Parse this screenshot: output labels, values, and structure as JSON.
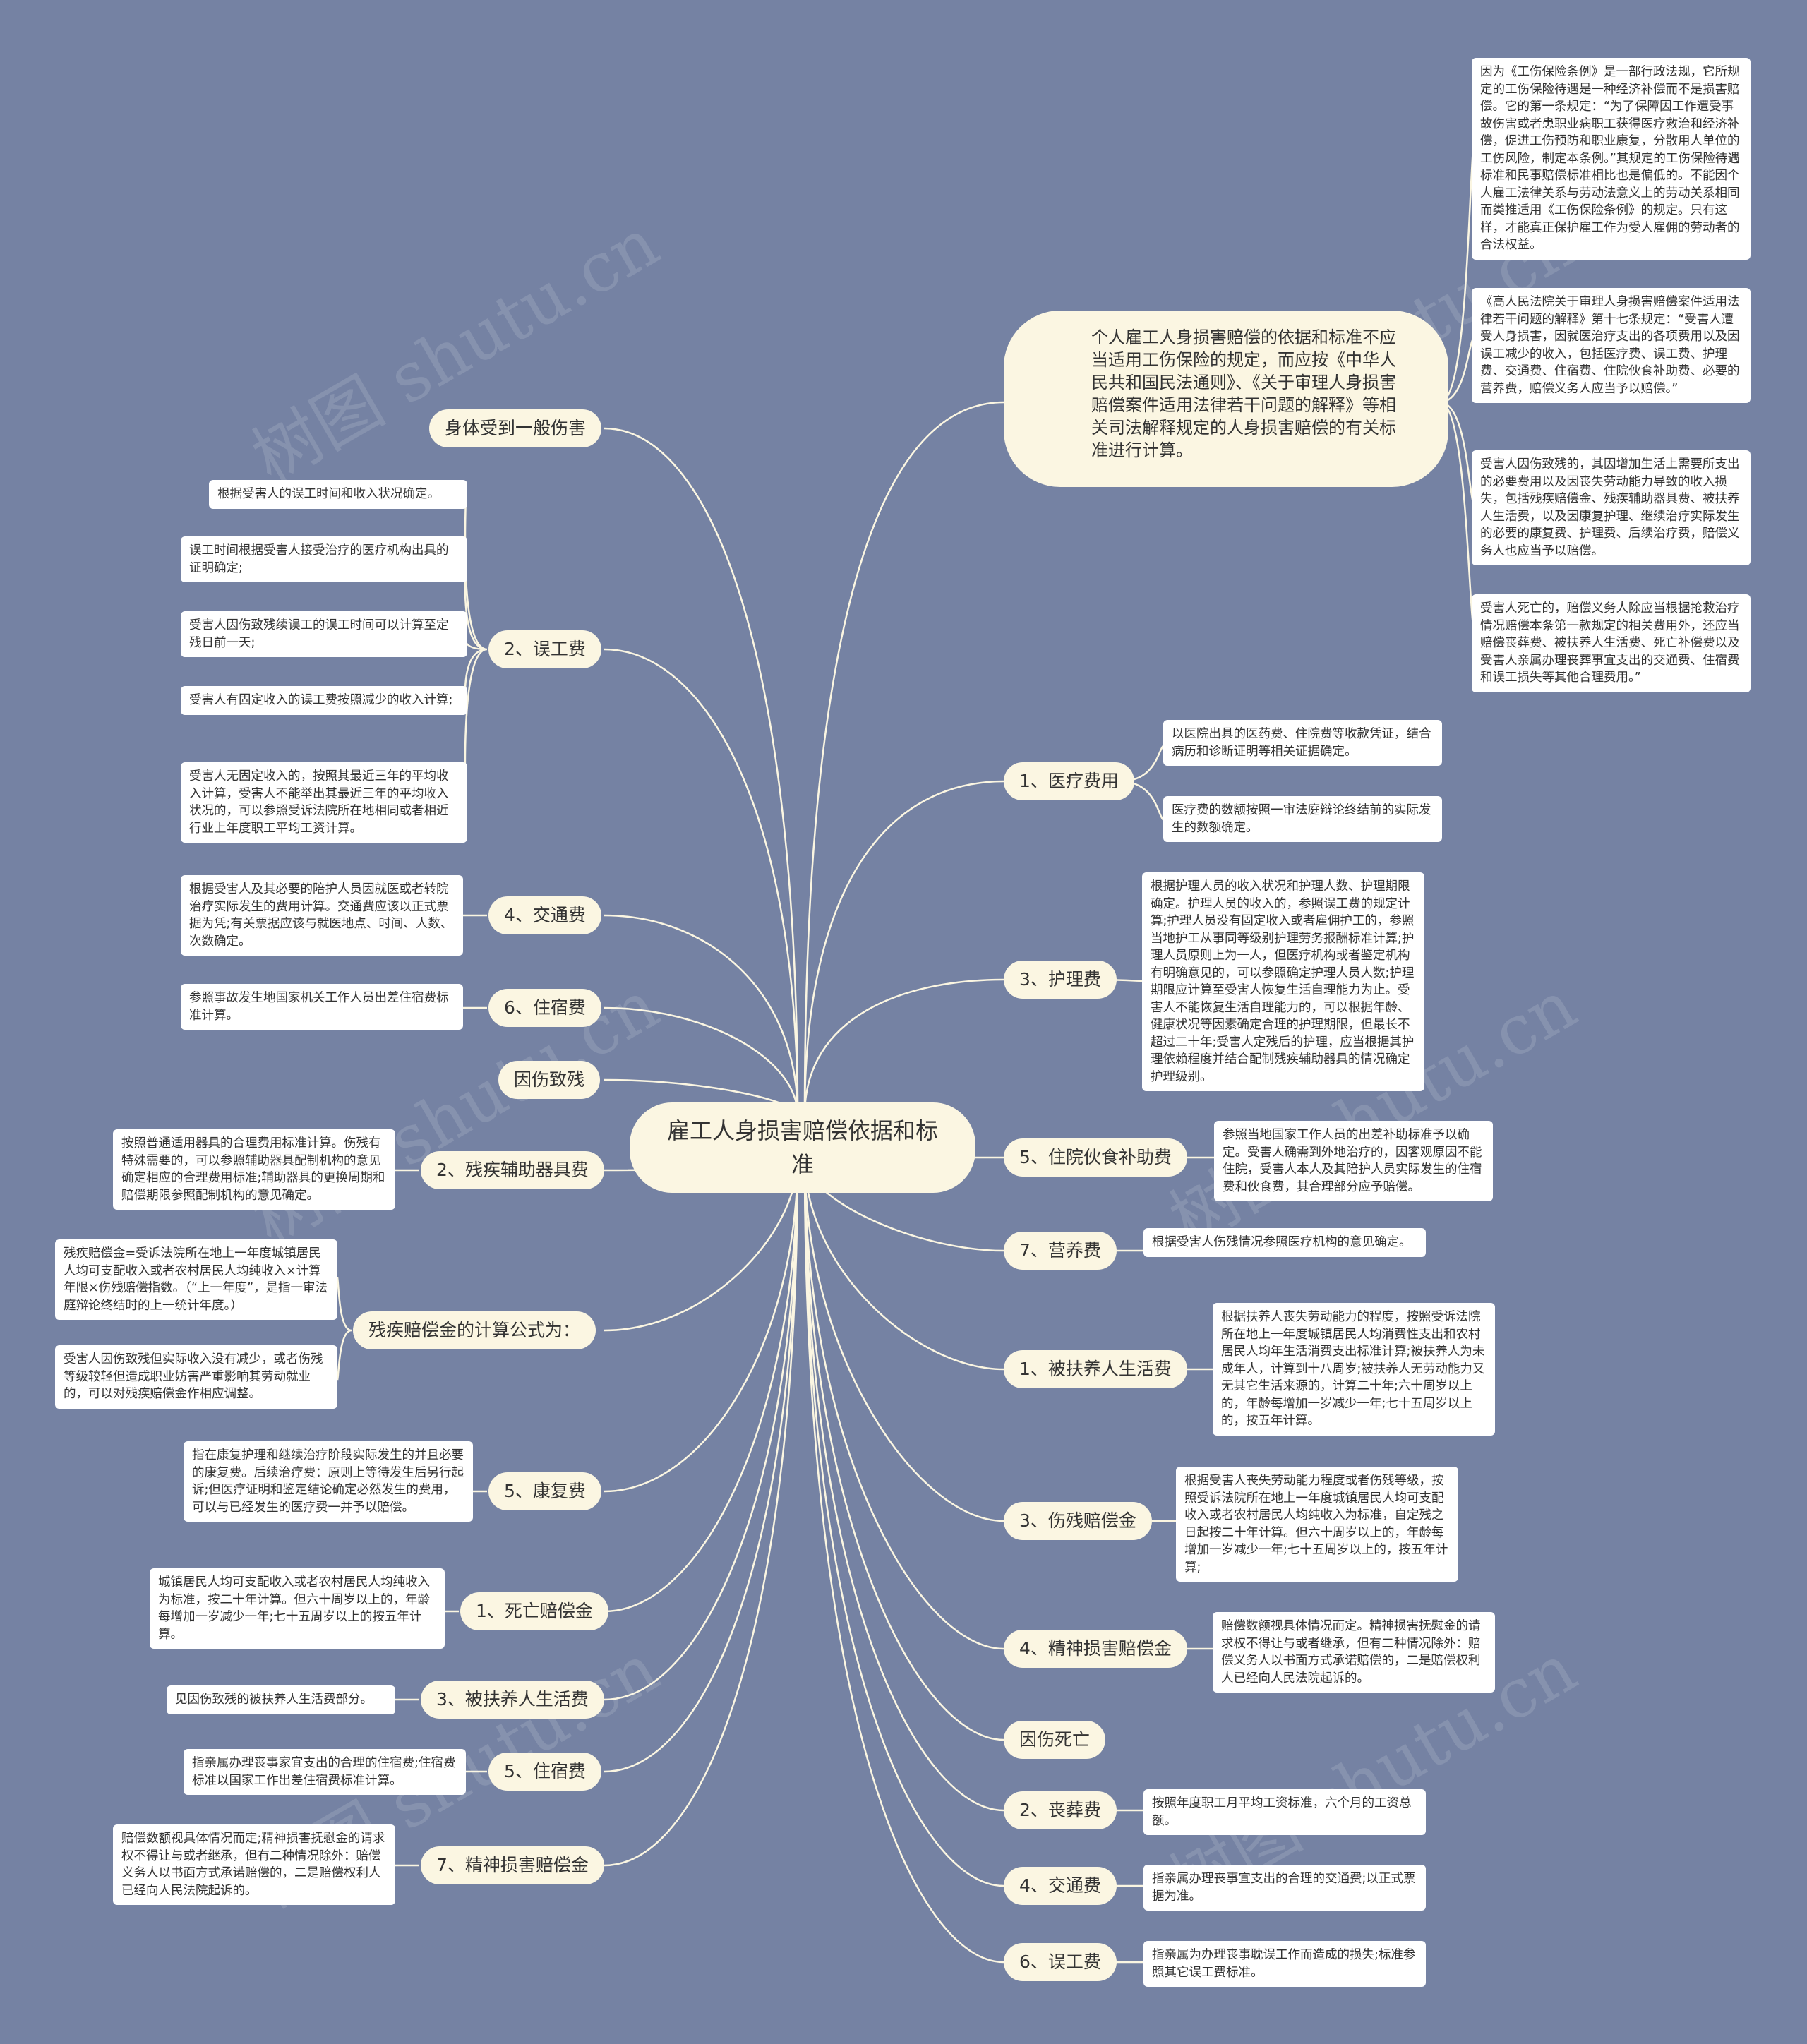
{
  "root": "雇工人身损害赔偿依据和标准",
  "watermark": "树图 shutu.cn",
  "right": {
    "summary": "个人雇工人身损害赔偿的依据和标准不应当适用工伤保险的规定，而应按《中华人民共和国民法通则》、《关于审理人身损害赔偿案件适用法律若干问题的解释》等相关司法解释规定的人身损害赔偿的有关标准进行计算。",
    "summary_notes": [
      "因为《工伤保险条例》是一部行政法规，它所规定的工伤保险待遇是一种经济补偿而不是损害赔偿。它的第一条规定：“为了保障因工作遭受事故伤害或者患职业病职工获得医疗救治和经济补偿，促进工伤预防和职业康复，分散用人单位的工伤风险，制定本条例。”其规定的工伤保险待遇标准和民事赔偿标准相比也是偏低的。不能因个人雇工法律关系与劳动法意义上的劳动关系相同而类推适用《工伤保险条例》的规定。只有这样，才能真正保护雇工作为受人雇佣的劳动者的合法权益。",
      "《高人民法院关于审理人身损害赔偿案件适用法律若干问题的解释》第十七条规定：“受害人遭受人身损害，因就医治疗支出的各项费用以及因误工减少的收入，包括医疗费、误工费、护理费、交通费、住宿费、住院伙食补助费、必要的营养费，赔偿义务人应当予以赔偿。”",
      "受害人因伤致残的，其因增加生活上需要所支出的必要费用以及因丧失劳动能力导致的收入损失，包括残疾赔偿金、残疾辅助器具费、被扶养人生活费，以及因康复护理、继续治疗实际发生的必要的康复费、护理费、后续治疗费，赔偿义务人也应当予以赔偿。",
      "受害人死亡的，赔偿义务人除应当根据抢救治疗情况赔偿本条第一款规定的相关费用外，还应当赔偿丧葬费、被扶养人生活费、死亡补偿费以及受害人亲属办理丧葬事宜支出的交通费、住宿费和误工损失等其他合理费用。”"
    ],
    "medical": {
      "label": "1、医疗费用",
      "notes": [
        "以医院出具的医药费、住院费等收款凭证，结合病历和诊断证明等相关证据确定。",
        "医疗费的数额按照一审法庭辩论终结前的实际发生的数额确定。"
      ]
    },
    "nursing": {
      "label": "3、护理费",
      "note": "根据护理人员的收入状况和护理人数、护理期限确定。护理人员的收入的，参照误工费的规定计算;护理人员没有固定收入或者雇佣护工的，参照当地护工从事同等级别护理劳务报酬标准计算;护理人员原则上为一人，但医疗机构或者鉴定机构有明确意见的，可以参照确定护理人员人数;护理期限应计算至受害人恢复生活自理能力为止。受害人不能恢复生活自理能力的，可以根据年龄、健康状况等因素确定合理的护理期限，但最长不超过二十年;受害人定残后的护理，应当根据其护理依赖程度并结合配制残疾辅助器具的情况确定护理级别。"
    },
    "meal": {
      "label": "5、住院伙食补助费",
      "note": "参照当地国家工作人员的出差补助标准予以确定。受害人确需到外地治疗的，因客观原因不能住院，受害人本人及其陪护人员实际发生的住宿费和伙食费，其合理部分应予赔偿。"
    },
    "nutrition": {
      "label": "7、营养费",
      "note": "根据受害人伤残情况参照医疗机构的意见确定。"
    },
    "dependents": {
      "label": "1、被扶养人生活费",
      "note": "根据扶养人丧失劳动能力的程度，按照受诉法院所在地上一年度城镇居民人均消费性支出和农村居民人均年生活消费支出标准计算;被扶养人为未成年人，计算到十八周岁;被扶养人无劳动能力又无其它生活来源的，计算二十年;六十周岁以上的，年龄每增加一岁减少一年;七十五周岁以上的，按五年计算。"
    },
    "disability_comp": {
      "label": "3、伤残赔偿金",
      "note": "根据受害人丧失劳动能力程度或者伤残等级，按照受诉法院所在地上一年度城镇居民人均可支配收入或者农村居民人均纯收入为标准，自定残之日起按二十年计算。但六十周岁以上的，年龄每增加一岁减少一年;七十五周岁以上的，按五年计算;"
    },
    "mental": {
      "label": "4、精神损害赔偿金",
      "note": "赔偿数额视具体情况而定。精神损害抚慰金的请求权不得让与或者继承，但有二种情况除外：赔偿义务人以书面方式承诺赔偿的，二是赔偿权利人已经向人民法院起诉的。"
    },
    "death": "因伤死亡",
    "funeral": {
      "label": "2、丧葬费",
      "note": "按照年度职工月平均工资标准，六个月的工资总额。"
    },
    "traffic": {
      "label": "4、交通费",
      "note": "指亲属办理丧事宜支出的合理的交通费;以正式票据为准。"
    },
    "lost_work": {
      "label": "6、误工费",
      "note": "指亲属为办理丧事耽误工作而造成的损失;标准参照其它误工费标准。"
    }
  },
  "left": {
    "general": "身体受到一般伤害",
    "lost_work": {
      "label": "2、误工费",
      "notes": [
        "根据受害人的误工时间和收入状况确定。",
        "误工时间根据受害人接受治疗的医疗机构出具的证明确定;",
        "受害人因伤致残续误工的误工时间可以计算至定残日前一天;",
        "受害人有固定收入的误工费按照减少的收入计算;",
        "受害人无固定收入的，按照其最近三年的平均收入计算，受害人不能举出其最近三年的平均收入状况的，可以参照受诉法院所在地相同或者相近行业上年度职工平均工资计算。"
      ]
    },
    "traffic": {
      "label": "4、交通费",
      "note": "根据受害人及其必要的陪护人员因就医或者转院治疗实际发生的费用计算。交通费应该以正式票据为凭;有关票据应该与就医地点、时间、人数、次数确定。"
    },
    "lodging": {
      "label": "6、住宿费",
      "note": "参照事故发生地国家机关工作人员出差住宿费标准计算。"
    },
    "disability": "因伤致残",
    "aids": {
      "label": "2、残疾辅助器具费",
      "note": "按照普通适用器具的合理费用标准计算。伤残有特殊需要的，可以参照辅助器具配制机构的意见确定相应的合理费用标准;辅助器具的更换周期和赔偿期限参照配制机构的意见确定。"
    },
    "formula": {
      "label": "残疾赔偿金的计算公式为：",
      "notes": [
        "残疾赔偿金=受诉法院所在地上一年度城镇居民人均可支配收入或者农村居民人均纯收入×计算年限×伤残赔偿指数。（“上一年度”，是指一审法庭辩论终结时的上一统计年度。）",
        "受害人因伤致残但实际收入没有减少，或者伤残等级较轻但造成职业妨害严重影响其劳动就业的，可以对残疾赔偿金作相应调整。"
      ]
    },
    "rehab": {
      "label": "5、康复费",
      "note": "指在康复护理和继续治疗阶段实际发生的并且必要的康复费。后续治疗费：原则上等待发生后另行起诉;但医疗证明和鉴定结论确定必然发生的费用，可以与已经发生的医疗费一并予以赔偿。"
    },
    "death_comp": {
      "label": "1、死亡赔偿金",
      "note": "城镇居民人均可支配收入或者农村居民人均纯收入为标准，按二十年计算。但六十周岁以上的，年龄每增加一岁减少一年;七十五周岁以上的按五年计算。"
    },
    "dependents": {
      "label": "3、被扶养人生活费",
      "note": "见因伤致残的被扶养人生活费部分。"
    },
    "lodging2": {
      "label": "5、住宿费",
      "note": "指亲属办理丧事家宜支出的合理的住宿费;住宿费标准以国家工作出差住宿费标准计算。"
    },
    "mental": {
      "label": "7、精神损害赔偿金",
      "note": "赔偿数额视具体情况而定;精神损害抚慰金的请求权不得让与或者继承，但有二种情况除外：赔偿义务人以书面方式承诺赔偿的，二是赔偿权利人已经向人民法院起诉的。"
    }
  }
}
